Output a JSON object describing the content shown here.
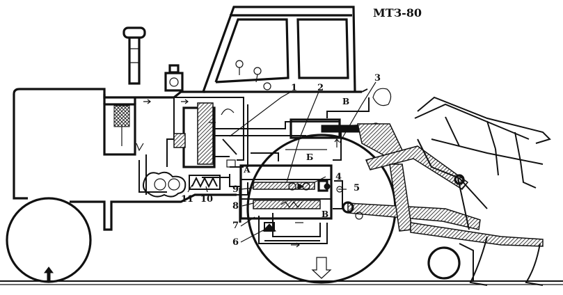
{
  "title": "МТЗ-80",
  "callouts": [
    {
      "key": "1",
      "text": "1"
    },
    {
      "key": "2",
      "text": "2"
    },
    {
      "key": "3",
      "text": "3"
    },
    {
      "key": "4",
      "text": "4"
    },
    {
      "key": "5",
      "text": "5"
    },
    {
      "key": "6",
      "text": "6"
    },
    {
      "key": "7",
      "text": "7"
    },
    {
      "key": "8",
      "text": "8"
    },
    {
      "key": "9",
      "text": "9"
    },
    {
      "key": "10",
      "text": "10"
    },
    {
      "key": "11",
      "text": "11"
    }
  ],
  "letters": {
    "A": "А",
    "B": "Б",
    "V_top": "В",
    "V_low": "В"
  }
}
